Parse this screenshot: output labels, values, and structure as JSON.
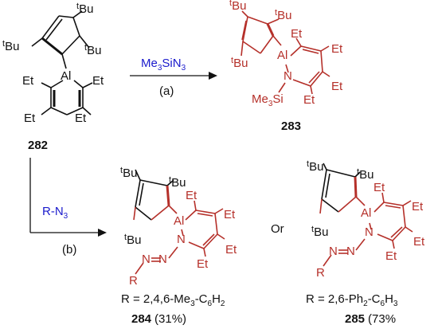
{
  "labels": {
    "tbu": "tBu",
    "t_sup": "t",
    "bu": "Bu",
    "et": "Et",
    "al": "Al",
    "n": "N",
    "r": "R",
    "me3si": "Me3Si"
  },
  "compounds": {
    "c282": "282",
    "c283": "283",
    "c284": "284",
    "c285": "285",
    "c284_yield": "(31%)",
    "c285_yield": "(73%"
  },
  "reagents": {
    "a": {
      "text": "Me3SiN3",
      "step": "(a)"
    },
    "b": {
      "text": "R-N3",
      "step": "(b)"
    }
  },
  "captions": {
    "r284": "R = 2,4,6-Me3-C6H2",
    "r285": "R = 2,6-Ph2-C6H3",
    "or": "Or"
  },
  "colors": {
    "reagent": "#1a1acc",
    "product": "#b5302a",
    "line": "#111111"
  }
}
